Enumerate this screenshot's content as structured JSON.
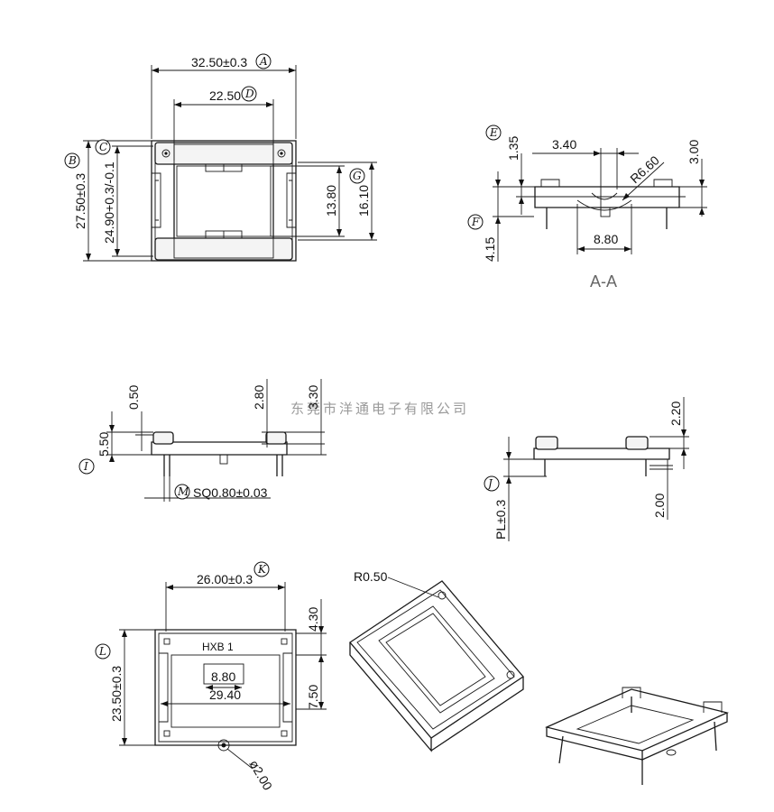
{
  "watermark": "东莞市洋通电子有限公司",
  "section_label": "A-A",
  "top_view": {
    "dim_width": "32.50±0.3",
    "dim_inner": "22.50",
    "dim_height": "27.50±0.3",
    "dim_height2": "24.90+0.3/-0.1",
    "dim_slot": "13.80",
    "dim_slot2": "16.10",
    "labels": [
      "A",
      "D",
      "B",
      "C",
      "G"
    ]
  },
  "section_view": {
    "dim_e": "1.35",
    "dim_340": "3.40",
    "dim_radius": "R6.60",
    "dim_300": "3.00",
    "dim_f": "4.15",
    "dim_880": "8.80",
    "labels": [
      "E",
      "F"
    ]
  },
  "front_view": {
    "dim_050": "0.50",
    "dim_280": "2.80",
    "dim_330": "3.30",
    "dim_550": "5.50",
    "dim_pin": "SQ0.80±0.03",
    "labels": [
      "I",
      "M"
    ]
  },
  "side_view": {
    "dim_220": "2.20",
    "dim_200": "2.00",
    "dim_pl": "PL±0.3",
    "labels": [
      "J"
    ]
  },
  "bottom_view": {
    "dim_width": "26.00±0.3",
    "dim_430": "4.30",
    "dim_height": "23.50±0.3",
    "dim_750": "7.50",
    "dim_880": "8.80",
    "dim_2940": "29.40",
    "dim_hole": "ø2.00",
    "marking": "HXB  1",
    "labels": [
      "K",
      "L"
    ]
  },
  "iso_view": {
    "dim_radius": "R0.50"
  }
}
